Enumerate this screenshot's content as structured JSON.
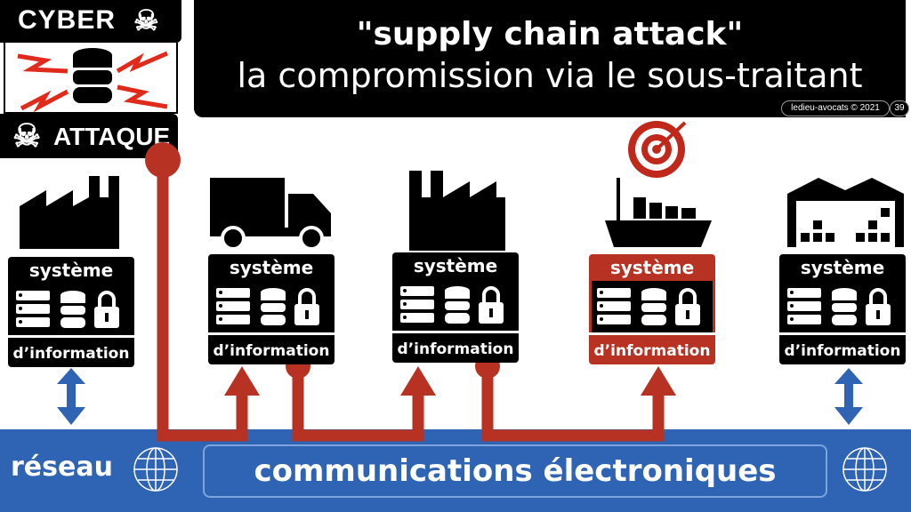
{
  "logo": {
    "top": "CYBER",
    "bottom": "ATTAQUE"
  },
  "title": {
    "line1": "\"supply chain attack\"",
    "line2": "la compromission via le sous-traitant"
  },
  "footer": {
    "credit": "ledieu-avocats © 2021",
    "page": "39"
  },
  "systems": [
    {
      "icon": "factory-icon",
      "header": "système",
      "footer": "d’information",
      "compromised": false
    },
    {
      "icon": "truck-icon",
      "header": "système",
      "footer": "d’information",
      "compromised": false
    },
    {
      "icon": "factory-icon",
      "header": "système",
      "footer": "d’information",
      "compromised": false
    },
    {
      "icon": "ship-target-icon",
      "header": "système",
      "footer": "d’information",
      "compromised": true
    },
    {
      "icon": "warehouse-icon",
      "header": "système",
      "footer": "d’information",
      "compromised": false
    }
  ],
  "network": {
    "left_label": "réseau",
    "main_label": "communications électroniques"
  },
  "colors": {
    "attack": "#b83224",
    "network": "#2f63b3",
    "black": "#000000"
  }
}
